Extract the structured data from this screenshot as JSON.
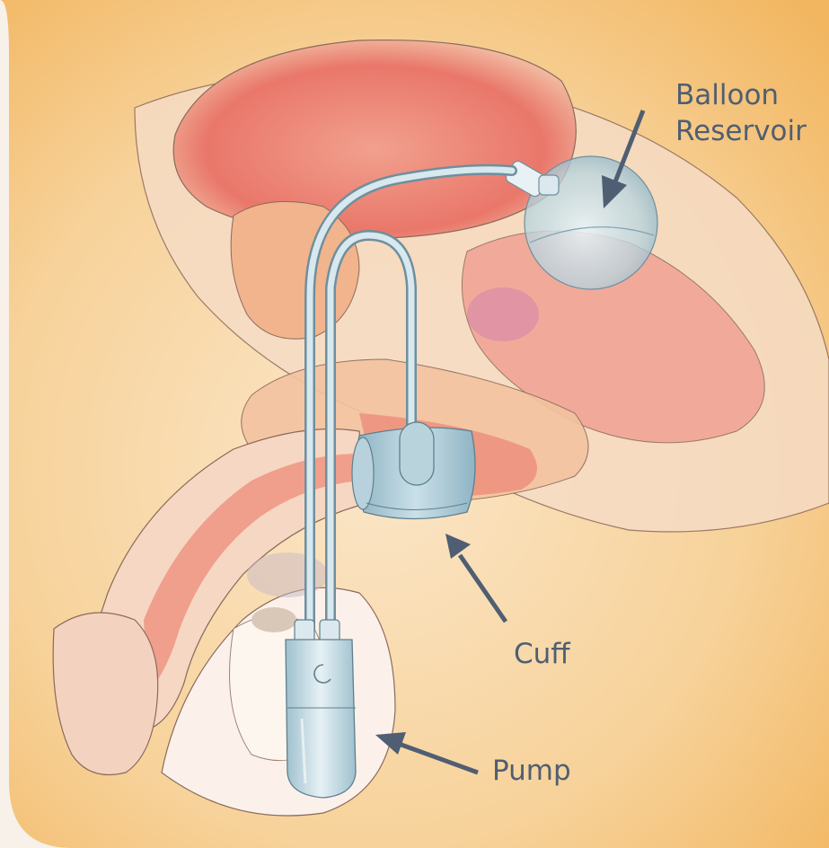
{
  "labels": {
    "balloon_line1": "Balloon",
    "balloon_line2": "Reservoir",
    "cuff": "Cuff",
    "pump": "Pump"
  },
  "colors": {
    "background": "#f7f1ea",
    "panel": "#f4c27a",
    "tissue_light": "#f6dcc5",
    "tissue_red": "#e87a6a",
    "device_blue": "#a9cad6",
    "tube_blue": "#c9dfe7",
    "arrow": "#4f5e72",
    "outline": "#8a6a5a"
  }
}
